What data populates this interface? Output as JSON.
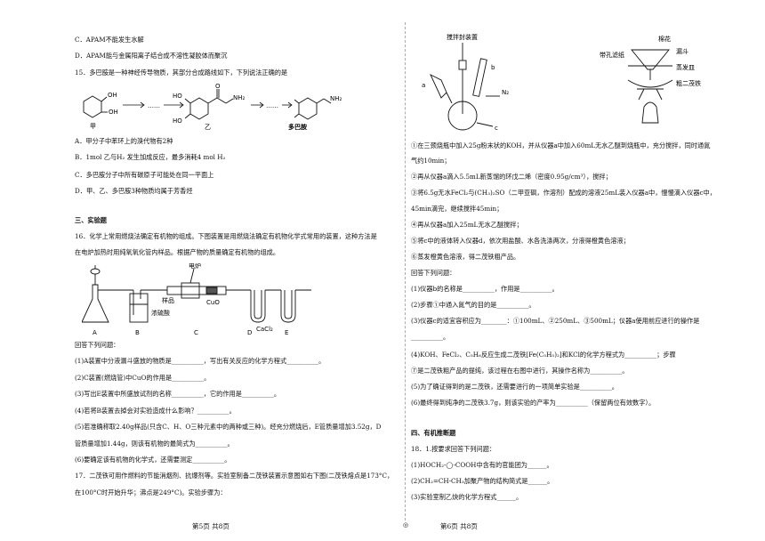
{
  "left": {
    "lines": [
      "C．APAM不能发生水解",
      "D．APAM能与金属阳离子结合成不溶性凝胶体而聚沉",
      "15．多巴胺是一种神经传导物质，其部分合成路线如下，下列说法正确的是",
      "A．甲分子中苯环上的溴代物有2种",
      "B．1mol 乙与H₂ 发生加成反应，最多消耗4 mol H₂",
      "C．多巴胺分子中所有碳原子可能处在同一平面上",
      "D．甲、乙、多巴胺3种物质均属于芳香烃",
      "三、实验题",
      "16．化学上常用燃烧法确定有机物的组成。下图装置是用燃烧法确定有机物化学式常用的装置，这种方法是",
      "在电炉加热时用纯氧氧化管内样品。根据产物的质量确定有机物的组成。",
      "回答下列问题：",
      "(1)A装置中分液漏斗盛放的物质是__________，写出有关反应的化学方程式__________。",
      "(2)C装置(燃烧管)中CuO的作用是__________。",
      "(3)写出E装置中所盛放试剂的名称__________，它的作用是__________。",
      "(4)若将B装置去掉会对实验造成什么影响？__________。",
      "(5)若准确称取2.40g样品(只含C、H、O三种元素中的两种或三种)。经充分燃烧后，E管质量增加3.52g，D",
      "管质量增加1.44g，则该有机物的最简式为__________。",
      "(6)要确定该有机物的化学式，还需要测定__________。",
      "17．二茂铁可用作燃料的节能消烟剂、抗爆剂等。实验室制备二茂铁装置示意图如右下图(二茂铁熔点是173°C，",
      "在100°C时开始升华；沸点是249°C)。实验步骤为："
    ],
    "scheme_labels": {
      "a": "甲",
      "b": "乙",
      "c": "多巴胺"
    },
    "apparatus_labels": {
      "furnace": "电炉",
      "sample": "样品",
      "cuo": "CuO",
      "acid": "浓硫酸",
      "cacl2": "CaCl₂",
      "A": "A",
      "B": "B",
      "C": "C",
      "D": "D",
      "E": "E"
    },
    "footer": "第5页  共8页"
  },
  "right": {
    "apparatus_labels": {
      "seal": "搅拌封装置",
      "b": "b",
      "a": "a",
      "n2": "N₂",
      "c": "c",
      "cotton": "棉花",
      "filter": "带孔滤纸",
      "funnel": "漏斗",
      "dish": "蒸发皿",
      "crude": "粗二茂铁"
    },
    "lines": [
      "①在三颈烧瓶中加入25g粉末状的KOH，并从仪器a中加入60mL无水乙醚到烧瓶中，充分搅拌，同时通氮",
      "气约10min；",
      "②再从仪器a滴入5.5mL新蒸馏的环戊二烯（密度0.95g/cm³），搅拌；",
      "③将6.5g无水FeCl₂与(CH₃)₂SO（二甲亚砜，作溶剂）配成的溶液25mL装入仪器a中，慢慢滴入仪器c中，",
      "45min滴完，继续搅拌45min；",
      "④再从仪器a加入25mL无水乙醚搅拌；",
      "⑤将c中的液体转入仪器d，依次用盐酸、水各洗涤两次，分液得橙黄色溶液；",
      "⑥蒸发橙黄色溶液，得二茂铁粗产品。",
      "回答下列问题：",
      "(1)仪器b的名称是__________，作用是__________。",
      "(2)步骤①中通入氮气的目的是__________。",
      "(3)仪器c的适宜容积应为________：①100mL、②250mL、③500mL；仪器a使用前应进行的操作是",
      "__________。",
      "(4)KOH、FeCl₂、C₅H₆反应生成二茂铁[Fe(C₅H₅)₂]和KCl的化学方程式为__________；步骤",
      "⑦是二茂铁粗产品的提纯，该过程在右图中进行，其操作名称为__________。",
      "(5)为了确证得到的是二茂铁，还需要进行的一项简单实验是__________。",
      "(6)最终得到纯净的二茂铁3.7g，则该实验的产率为__________（保留两位有效数字）。",
      "四、有机推断题",
      "18．1.按要求回答下列问题：",
      "(1)HOCH₂-◯-COOH中含有的官能团为______。",
      "(2)CH₂=CH-CH₃加聚产物的结构简式是______。",
      "(3)实验室制乙炔的化学方程式______。"
    ],
    "footer": "第6页  共8页"
  }
}
